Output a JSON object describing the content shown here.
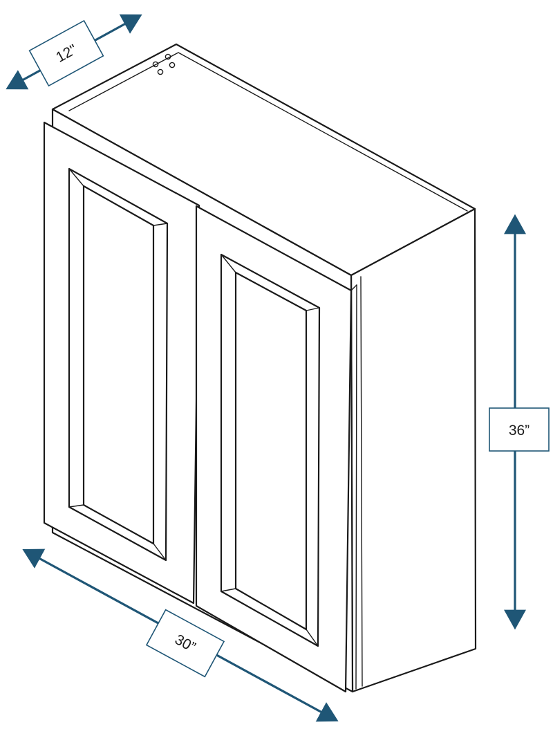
{
  "colors": {
    "dimension": "#1f5676",
    "outline": "#1a1a1a",
    "background": "#ffffff"
  },
  "dimensions": {
    "depth": "12\"",
    "height": "36”",
    "width": "30”"
  }
}
